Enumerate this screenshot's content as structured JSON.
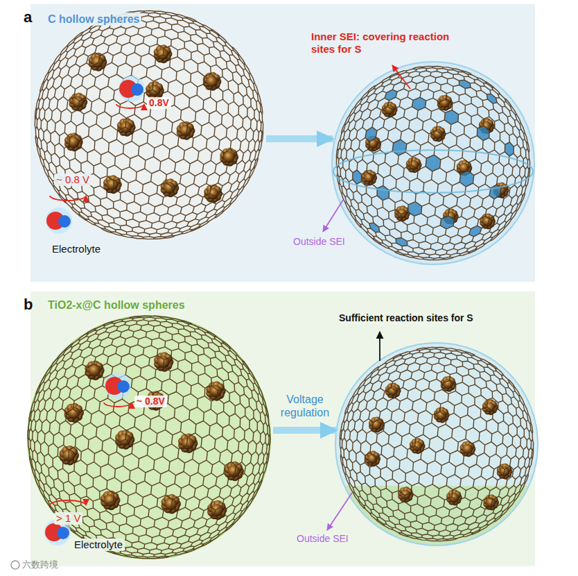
{
  "diagram": {
    "nodes": [
      {
        "text": [
          "a",
          "C hollow spheres"
        ]
      },
      {
        "text": [
          "0.8V"
        ],
        "in": 0
      },
      {
        "text": [
          "Inner SEI: covering reaction sites for S"
        ],
        "in": 0
      },
      {
        "text": [
          "b",
          "TiO2-x@C hollow spheres"
        ]
      },
      {
        "text": [
          "~ 0.8V"
        ],
        "in": 3
      },
      {
        "text": [
          "Sufficient reaction sites for S"
        ],
        "in": 3
      }
    ],
    "edges": [
      {
        "from": 1,
        "to": 2,
        "arrow": "to"
      },
      {
        "from": 4,
        "to": 5,
        "label": "Voltage regulation",
        "arrow": "to"
      }
    ],
    "labels": [
      "~ 0.8 V",
      "Electrolyte",
      "Outside SEI",
      "> 1 V",
      "Electrolyte",
      "Outside SEI",
      "六数跨境"
    ]
  }
}
